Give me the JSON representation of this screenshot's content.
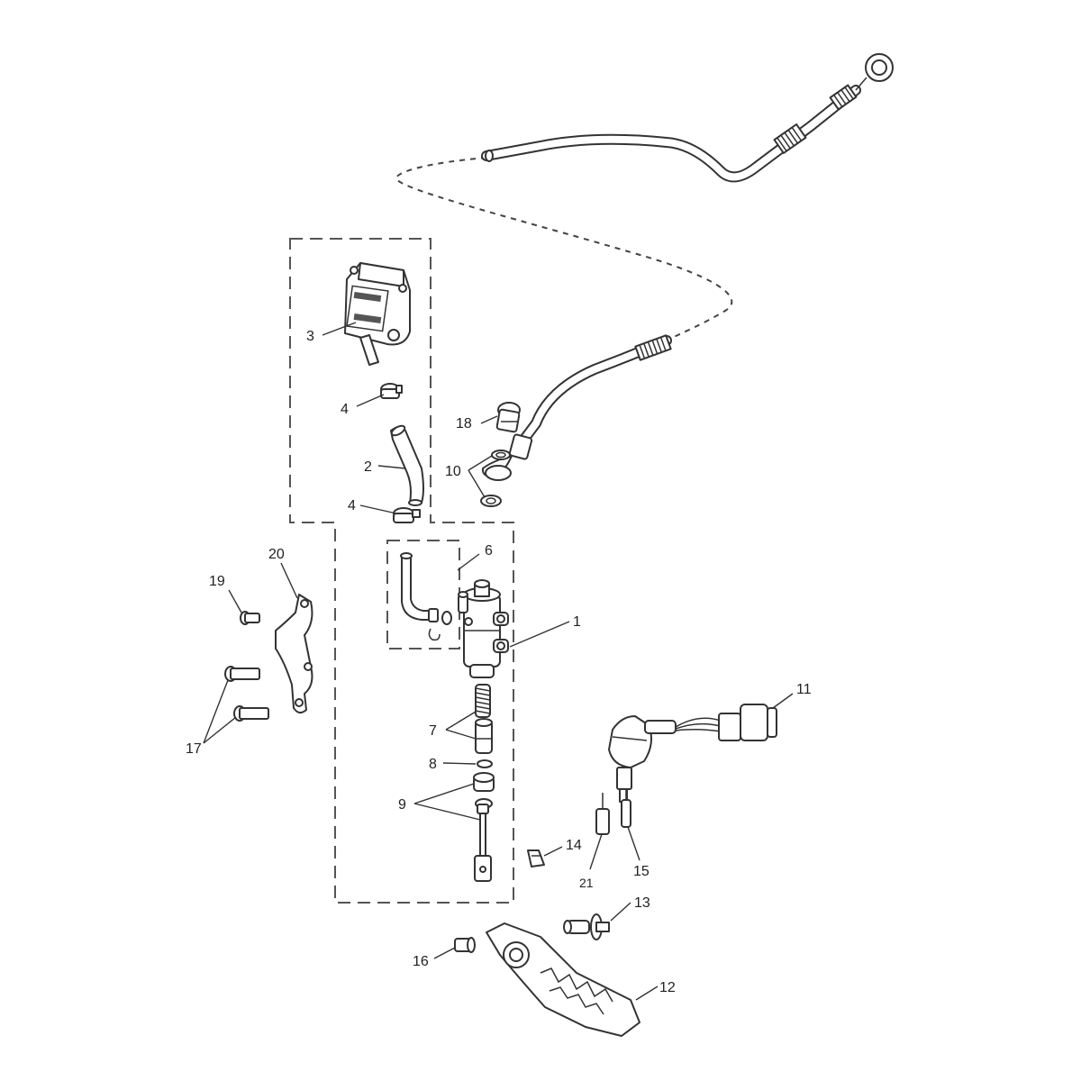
{
  "callouts": {
    "c1": "1",
    "c2": "2",
    "c3": "3",
    "c4a": "4",
    "c4b": "4",
    "c6": "6",
    "c7": "7",
    "c8": "8",
    "c9": "9",
    "c10": "10",
    "c11": "11",
    "c12": "12",
    "c13": "13",
    "c14": "14",
    "c15": "15",
    "c16": "16",
    "c17": "17",
    "c18": "18",
    "c19": "19",
    "c20": "20",
    "c21": "21"
  }
}
